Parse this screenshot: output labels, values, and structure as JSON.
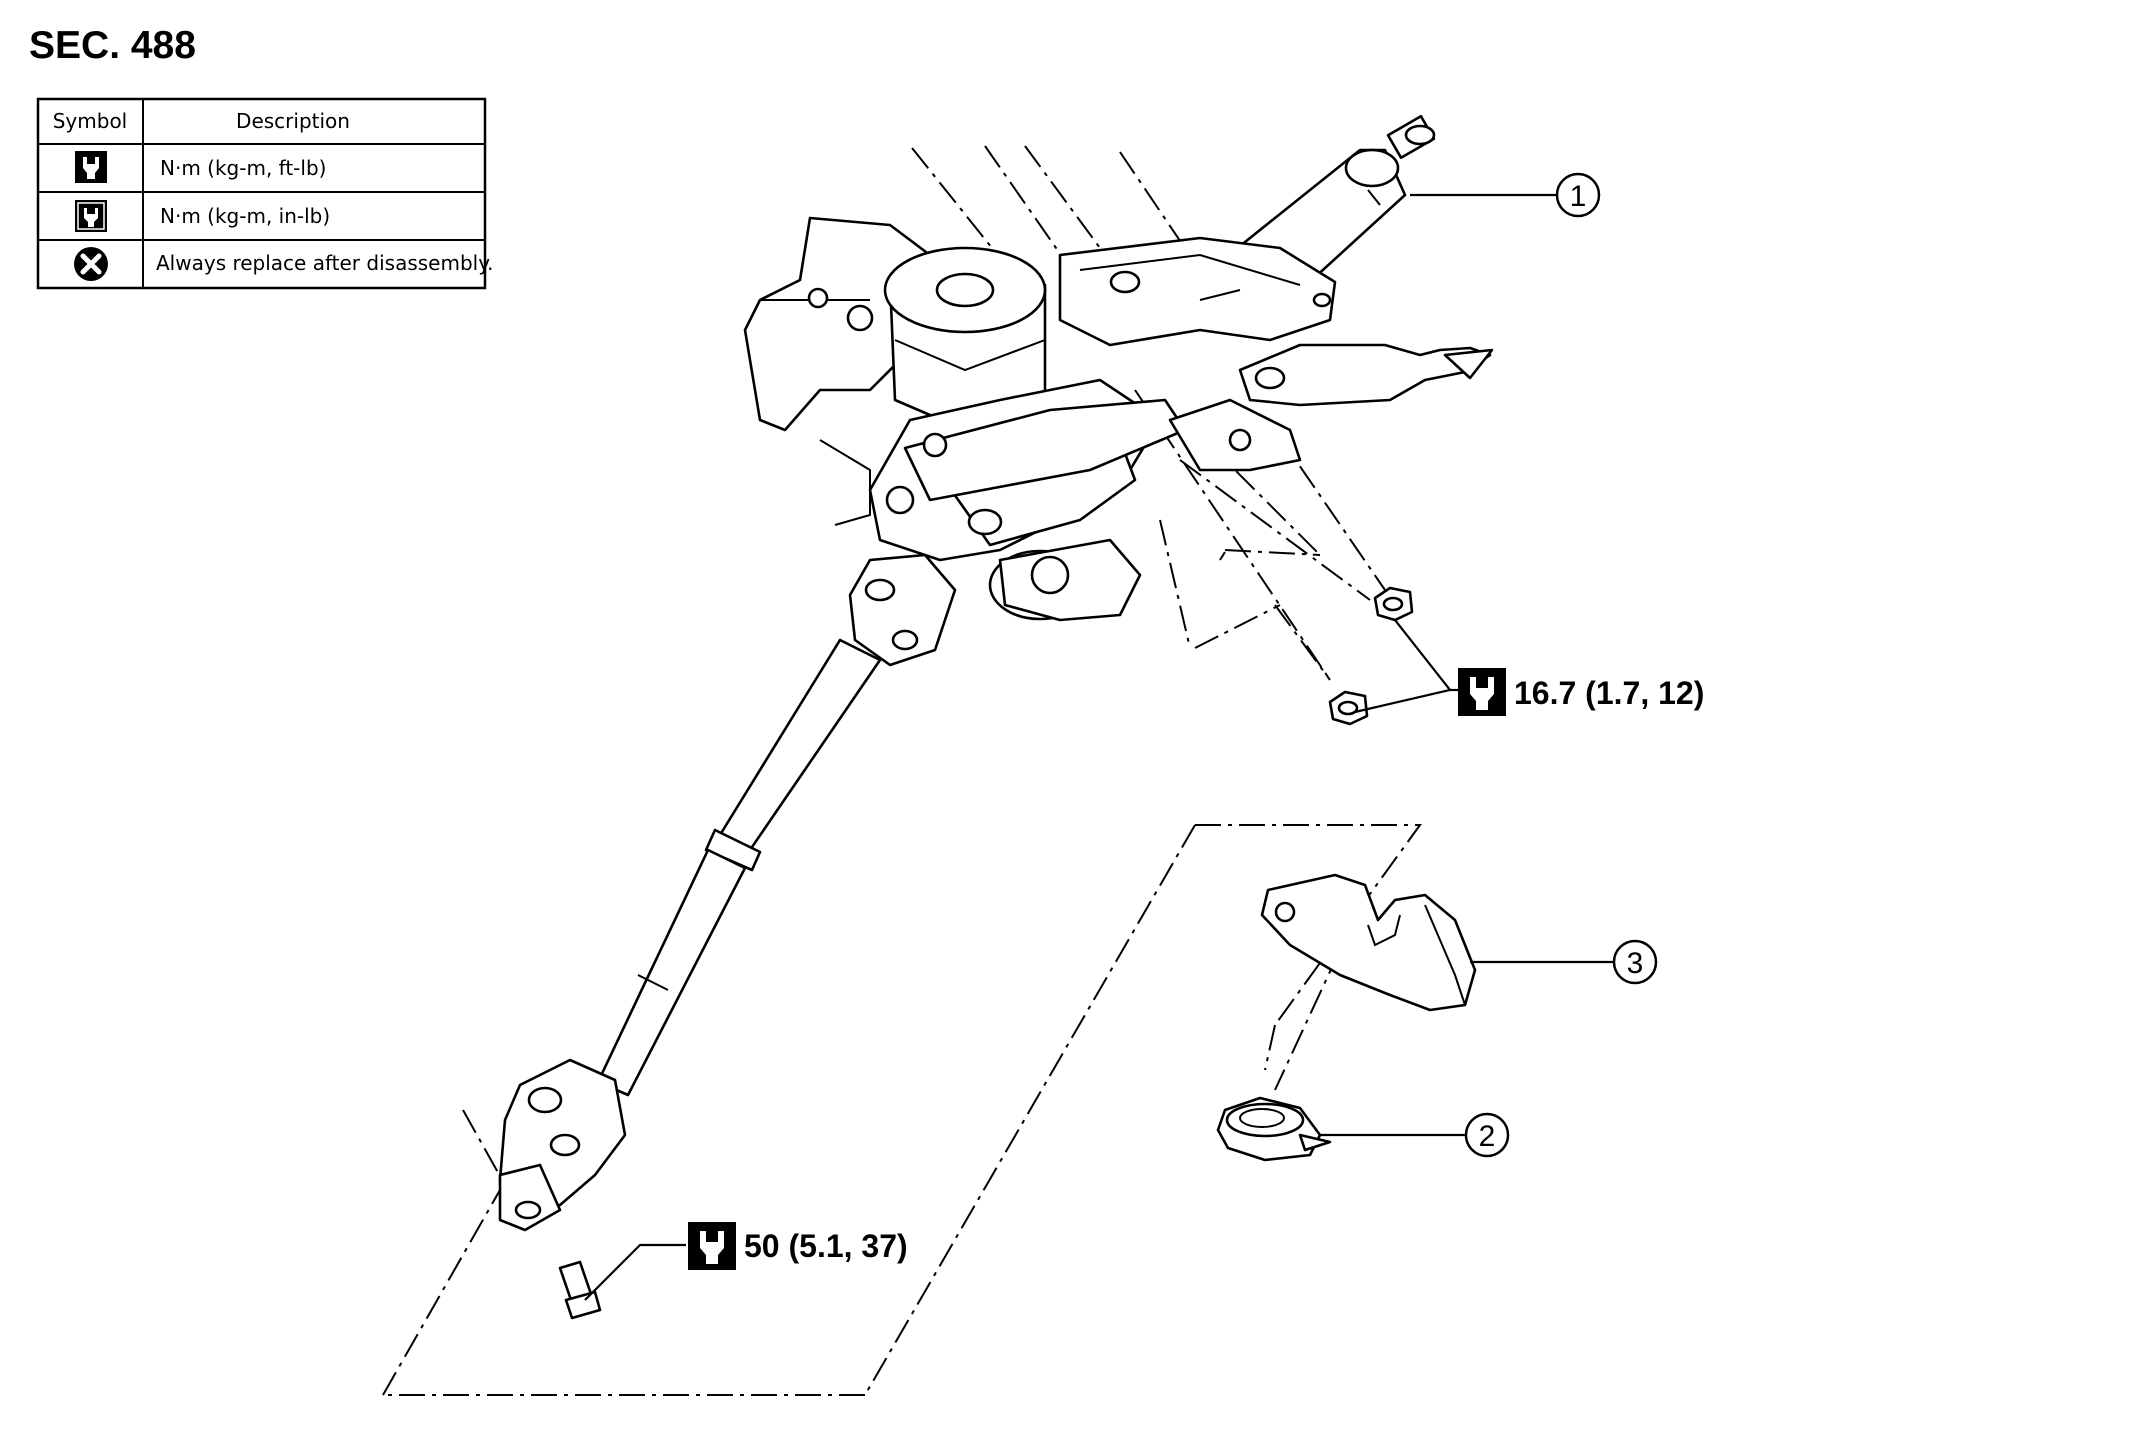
{
  "section_label": "SEC. 488",
  "legend": {
    "headers": {
      "symbol": "Symbol",
      "description": "Description"
    },
    "rows": [
      {
        "icon": "torque-wrench-icon",
        "description": "N·m (kg-m, ft-lb)"
      },
      {
        "icon": "torque-wrench-inlb-icon",
        "description": "N·m (kg-m, in-lb)"
      },
      {
        "icon": "always-replace-icon",
        "description": "Always replace after disassembly."
      }
    ]
  },
  "callouts": {
    "part1": "1",
    "part2": "2",
    "part3": "3"
  },
  "torques": {
    "column_nuts": "16.7 (1.7, 12)",
    "joint_bolt": "50 (5.1, 37)"
  }
}
